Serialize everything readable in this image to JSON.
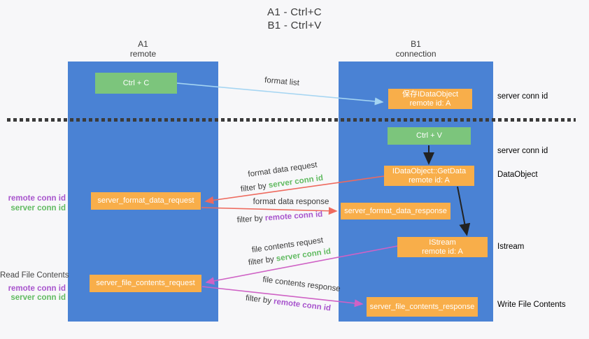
{
  "title": {
    "line1": "A1 - Ctrl+C",
    "line2": "B1 - Ctrl+V"
  },
  "columns": {
    "a": {
      "name": "A1",
      "subtitle": "remote"
    },
    "b": {
      "name": "B1",
      "subtitle": "connection"
    }
  },
  "nodes": {
    "ctrl_c": {
      "label": "Ctrl + C"
    },
    "ctrl_v": {
      "label": "Ctrl + V"
    },
    "save_dataobject": {
      "line1": "保存IDataObject",
      "line2": "remote id: A"
    },
    "getdata": {
      "line1": "IDataObject::GetData",
      "line2": "remote id: A"
    },
    "istream": {
      "line1": "IStream",
      "line2": "remote id: A"
    },
    "format_request": {
      "label": "server_format_data_request"
    },
    "format_response": {
      "label": "server_format_data_response"
    },
    "file_request": {
      "label": "server_file_contents_request"
    },
    "file_response": {
      "label": "server_file_contents_response"
    }
  },
  "arrows": {
    "format_list": {
      "label": "format list"
    },
    "format_request": {
      "label": "format data request",
      "filter_prefix": "filter by ",
      "filter_key": "server conn id"
    },
    "format_response": {
      "label": "format data response",
      "filter_prefix": "filter by ",
      "filter_key": "remote conn id"
    },
    "file_request": {
      "label": "file contents request",
      "filter_prefix": "filter by ",
      "filter_key": "server conn id"
    },
    "file_response": {
      "label": "file contents response",
      "filter_prefix": "filter by ",
      "filter_key": "remote conn id"
    }
  },
  "side_labels": {
    "right_top_server_conn": "server conn id",
    "right_mid_server_conn": "server conn id",
    "right_dataobject": "DataObject",
    "right_istream": "Istream",
    "right_write_file": "Write File Contents",
    "left_remote_conn_1": "remote conn id",
    "left_server_conn_1": "server conn id",
    "left_read_file": "Read File Contents",
    "left_remote_conn_2": "remote conn id",
    "left_server_conn_2": "server conn id"
  },
  "colors": {
    "column_blue": "#4a82d4",
    "node_green": "#7cc57c",
    "node_orange": "#f8ae4a",
    "label_green": "#62bb62",
    "label_purple": "#a855cd",
    "arrow_red": "#ee6a5e",
    "arrow_magenta": "#cf62c5",
    "arrow_lightblue": "#a5d5f2",
    "arrow_black": "#222222",
    "text_dark": "#3a3a3a"
  }
}
